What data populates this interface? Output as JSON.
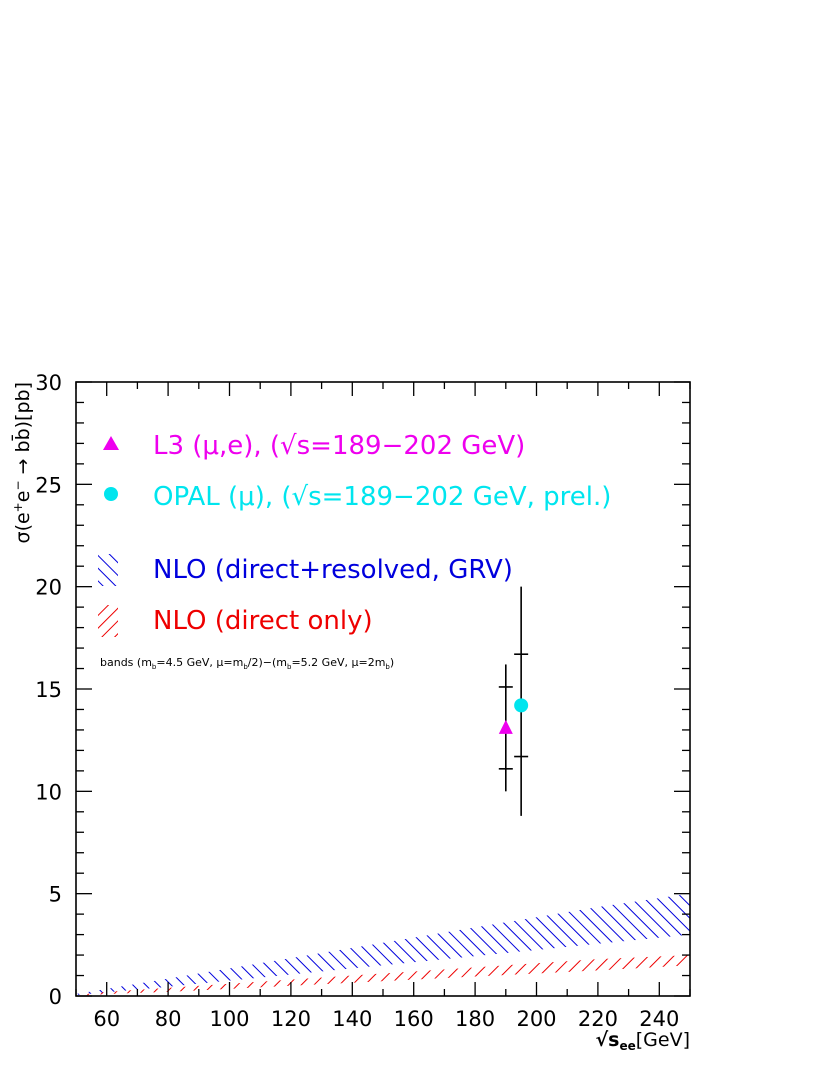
{
  "chart_data": {
    "type": "scatter",
    "title": "",
    "xlabel": "√s_ee[GeV]",
    "ylabel": "σ(e⁺e⁻ → bb̄)[pb]",
    "xlim": [
      50,
      250
    ],
    "ylim": [
      0,
      30
    ],
    "x_ticks": [
      60,
      80,
      100,
      120,
      140,
      160,
      180,
      200,
      220,
      240
    ],
    "y_ticks": [
      0,
      5,
      10,
      15,
      20,
      25,
      30
    ],
    "grid": false,
    "legend_position": "top-left",
    "points": [
      {
        "name": "L3  (μ,e), (√s=189−202 GeV)",
        "marker": "triangle",
        "color": "#ee00ee",
        "x": 190,
        "y": 13.1,
        "stat_err": [
          11.1,
          15.1
        ],
        "total_err": [
          10.0,
          16.2
        ]
      },
      {
        "name": "OPAL (μ), (√s=189−202 GeV, prel.)",
        "marker": "circle",
        "color": "#00e5ee",
        "x": 195,
        "y": 14.2,
        "stat_err": [
          11.7,
          16.7
        ],
        "total_err": [
          8.8,
          20.0
        ]
      }
    ],
    "bands": [
      {
        "name": "NLO (direct+resolved, GRV)",
        "color": "#0000dd",
        "hatch": "forward",
        "x": [
          50,
          60,
          80,
          100,
          120,
          140,
          160,
          180,
          200,
          220,
          250
        ],
        "lower": [
          0.05,
          0.18,
          0.45,
          0.75,
          1.05,
          1.35,
          1.65,
          1.95,
          2.25,
          2.55,
          3.0
        ],
        "upper": [
          0.1,
          0.35,
          0.85,
          1.35,
          1.85,
          2.35,
          2.85,
          3.35,
          3.85,
          4.35,
          5.0
        ]
      },
      {
        "name": "NLO (direct only)",
        "color": "#ee0000",
        "hatch": "backward",
        "x": [
          50,
          60,
          80,
          100,
          120,
          140,
          160,
          180,
          200,
          220,
          250
        ],
        "lower": [
          0.0,
          0.1,
          0.2,
          0.35,
          0.5,
          0.65,
          0.8,
          0.95,
          1.1,
          1.25,
          1.5
        ],
        "upper": [
          0.05,
          0.2,
          0.4,
          0.6,
          0.8,
          1.0,
          1.2,
          1.4,
          1.6,
          1.8,
          2.0
        ]
      }
    ],
    "annotation": "bands (m_b=4.5 GeV, μ=m_b/2)−(m_b=5.2 GeV, μ=2m_b)"
  },
  "legend": {
    "l3": "L3  (μ,e), (√s=189−202 GeV)",
    "opal": "OPAL (μ), (√s=189−202 GeV, prel.)",
    "nlo_full": "NLO (direct+resolved, GRV)",
    "nlo_direct": "NLO (direct only)"
  },
  "labels": {
    "x_main": "√s",
    "x_sub": "ee",
    "x_unit": "[GeV]",
    "y_sigma": "σ(e",
    "y_plus": "+",
    "y_e": "e",
    "y_minus": "−",
    "y_arrow": " → bb̄)[pb]",
    "note_1": "bands (m",
    "note_b1": "b",
    "note_2": "=4.5 GeV, μ=m",
    "note_b2": "b",
    "note_3": "/2)−(m",
    "note_b3": "b",
    "note_4": "=5.2 GeV, μ=2m",
    "note_b4": "b",
    "note_5": ")"
  },
  "colors": {
    "l3": "#ee00ee",
    "opal": "#00e5ee",
    "nlo_full": "#0000dd",
    "nlo_direct": "#ee0000"
  }
}
